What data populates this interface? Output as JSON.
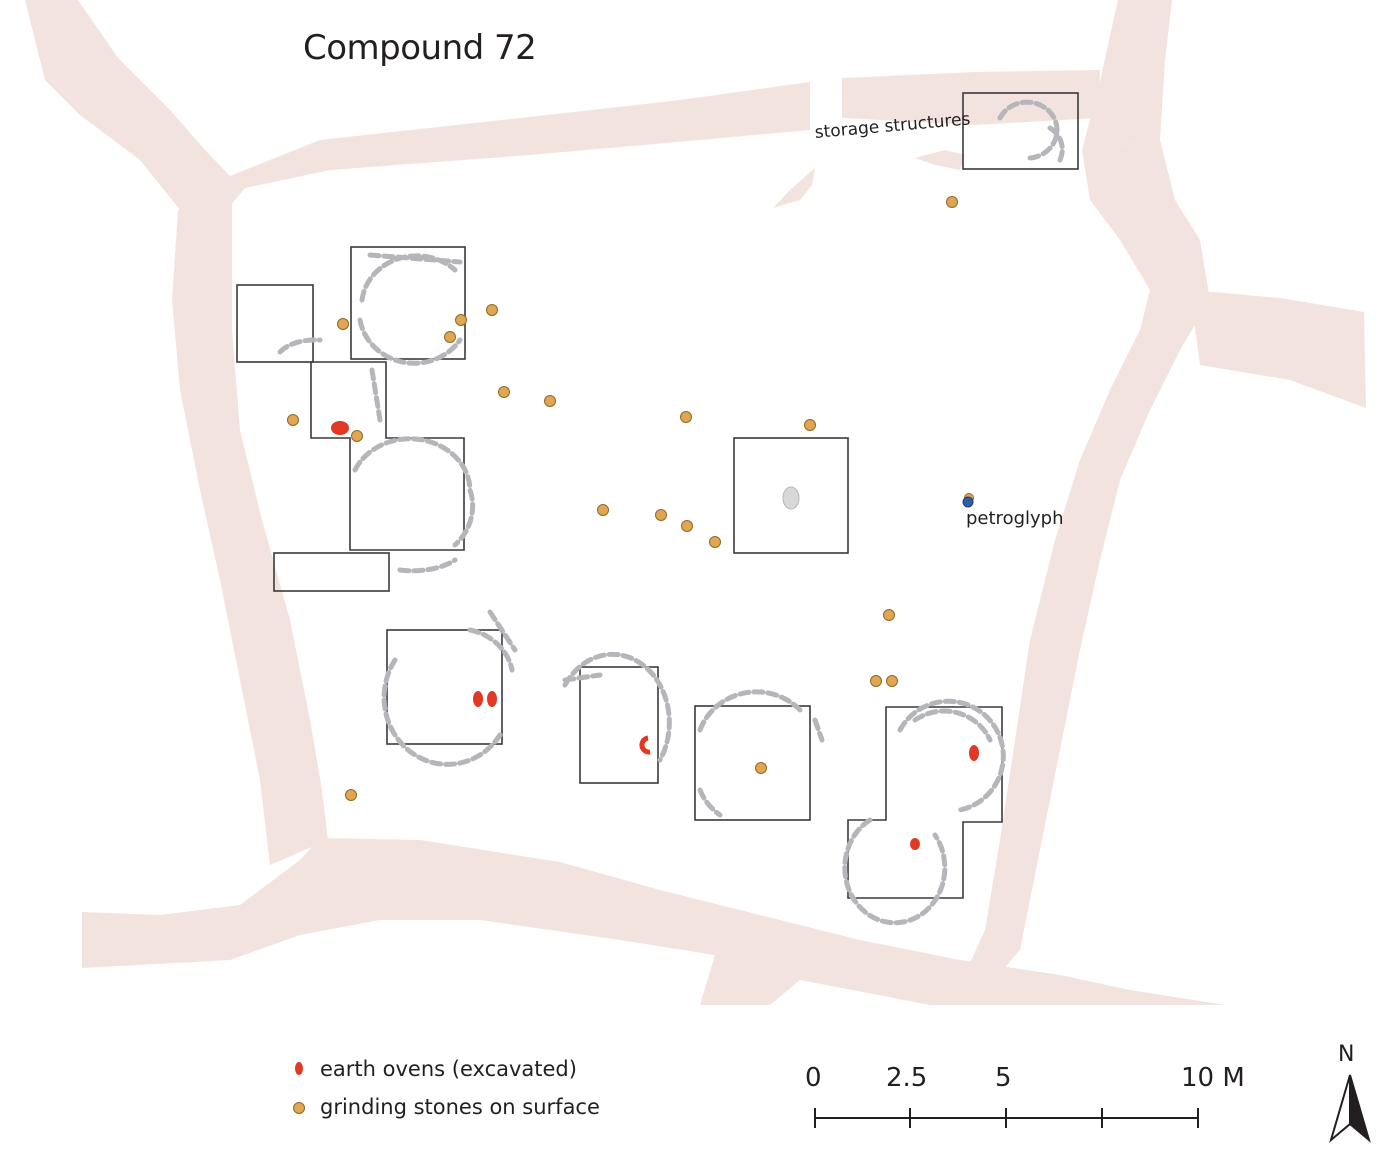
{
  "map": {
    "title": "Compound 72",
    "labels": {
      "storage": "storage structures",
      "petroglyph": "petroglyph"
    },
    "colors": {
      "path_fill": "#f3e3de",
      "outline": "#3a3a3a",
      "stone_wall": "#b4b6ba",
      "oven": "#e03a25",
      "grinding_stone": "#e2a551",
      "grinding_stone_stroke": "#8a6a2b",
      "petroglyph": "#2f5ea8"
    }
  },
  "legend": {
    "items": [
      {
        "symbol": "oven-icon",
        "label": "earth ovens (excavated)"
      },
      {
        "symbol": "grinding-stone-icon",
        "label": "grinding stones on surface"
      }
    ]
  },
  "scale_bar": {
    "ticks": [
      "0",
      "2.5",
      "5",
      "10 M"
    ],
    "unit": "M"
  },
  "north_arrow": {
    "label": "N"
  }
}
